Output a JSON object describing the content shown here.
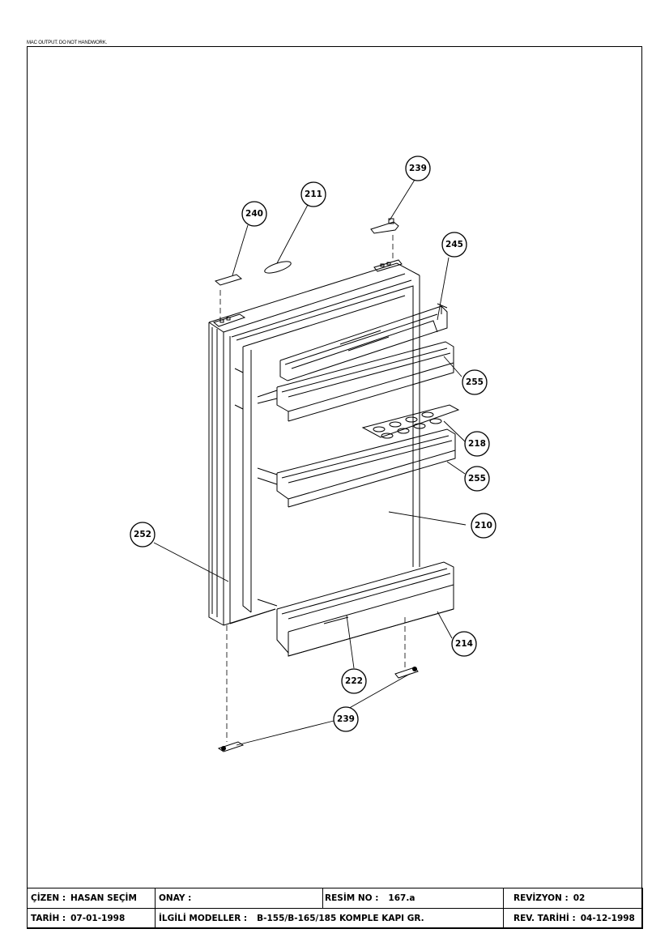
{
  "header_note": "MAC OUTPUT. DO NOT HANDWORK.",
  "callouts": [
    {
      "id": "c239a",
      "label": "239"
    },
    {
      "id": "c211",
      "label": "211"
    },
    {
      "id": "c240",
      "label": "240"
    },
    {
      "id": "c245",
      "label": "245"
    },
    {
      "id": "c255a",
      "label": "255"
    },
    {
      "id": "c218",
      "label": "218"
    },
    {
      "id": "c255b",
      "label": "255"
    },
    {
      "id": "c210",
      "label": "210"
    },
    {
      "id": "c252",
      "label": "252"
    },
    {
      "id": "c214",
      "label": "214"
    },
    {
      "id": "c222",
      "label": "222"
    },
    {
      "id": "c239b",
      "label": "239"
    }
  ],
  "title_block": {
    "cizen_label": "ÇİZEN :",
    "cizen_value": "HASAN SEÇİM",
    "onay_label": "ONAY :",
    "onay_value": "",
    "resim_no_label": "RESİM NO :",
    "resim_no_value": "167.a",
    "revizyon_label": "REVİZYON :",
    "revizyon_value": "02",
    "tarih_label": "TARİH :",
    "tarih_value": "07-01-1998",
    "ilgili_label": "İLGİLİ MODELLER :",
    "ilgili_value": "B-155/B-165/185 KOMPLE KAPI GR.",
    "rev_tarihi_label": "REV. TARİHİ :",
    "rev_tarihi_value": "04-12-1998"
  }
}
